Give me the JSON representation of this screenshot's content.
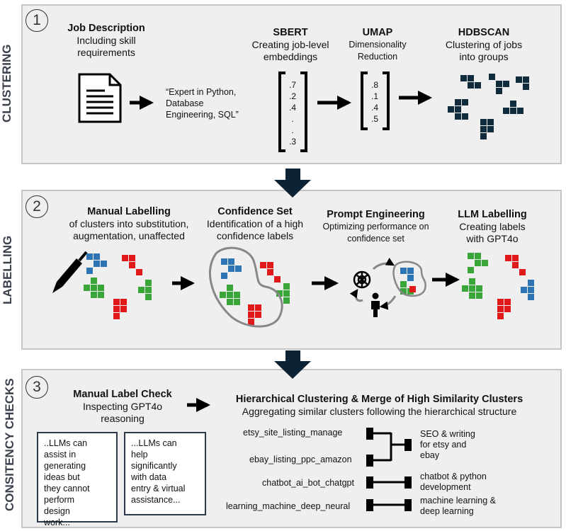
{
  "side_labels": {
    "s1": "CLUSTERING",
    "s2": "LABELLING",
    "s3": "CONSITENCY CHECKS"
  },
  "step_numbers": {
    "n1": "1",
    "n2": "2",
    "n3": "3"
  },
  "s1": {
    "job_title": "Job Description",
    "job_sub": "Including skill requirements",
    "quote": "“Expert in Python, Database Engineering, SQL”",
    "sbert_title": "SBERT",
    "sbert_sub": "Creating job-level embeddings",
    "vec1": [
      ".7",
      ".2",
      ".4",
      ".",
      ".",
      ".3"
    ],
    "umap_title": "UMAP",
    "umap_sub": "Dimensionality Reduction",
    "vec2": [
      ".8",
      ".1",
      ".4",
      ".5"
    ],
    "hdb_title": "HDBSCAN",
    "hdb_sub": "Clustering of jobs into groups"
  },
  "s2": {
    "manual_title": "Manual Labelling",
    "manual_sub": "of clusters into substitution, augmentation, unaffected",
    "conf_title": "Confidence Set",
    "conf_sub": "Identification of a high confidence labels",
    "prompt_title": "Prompt Engineering",
    "prompt_sub": "Optimizing performance on confidence set",
    "llm_title": "LLM Labelling",
    "llm_sub": "Creating labels with GPT4o"
  },
  "s3": {
    "check_title": "Manual Label Check",
    "check_sub": "Inspecting GPT4o reasoning",
    "box1": "..LLMs can assist in generating ideas but they cannot perform design work...",
    "box2": "...LLMs can help significantly with data entry & virtual assistance...",
    "hier_title": "Hierarchical Clustering & Merge of High Similarity Clusters",
    "hier_sub": "Aggregating similar clusters following the hierarchical structure",
    "clusters": [
      "etsy_site_listing_manage",
      "ebay_listing_ppc_amazon",
      "chatbot_ai_bot_chatgpt",
      "learning_machine_deep_neural"
    ],
    "merged": [
      "SEO & writing for etsy and ebay",
      "chatbot & python development",
      "machine learning & deep learning"
    ]
  },
  "colors": {
    "blue": "#2e75b6",
    "red": "#e0191b",
    "green": "#3aa63a",
    "navy": "#0f2b3c",
    "arrow": "#0d2233"
  }
}
